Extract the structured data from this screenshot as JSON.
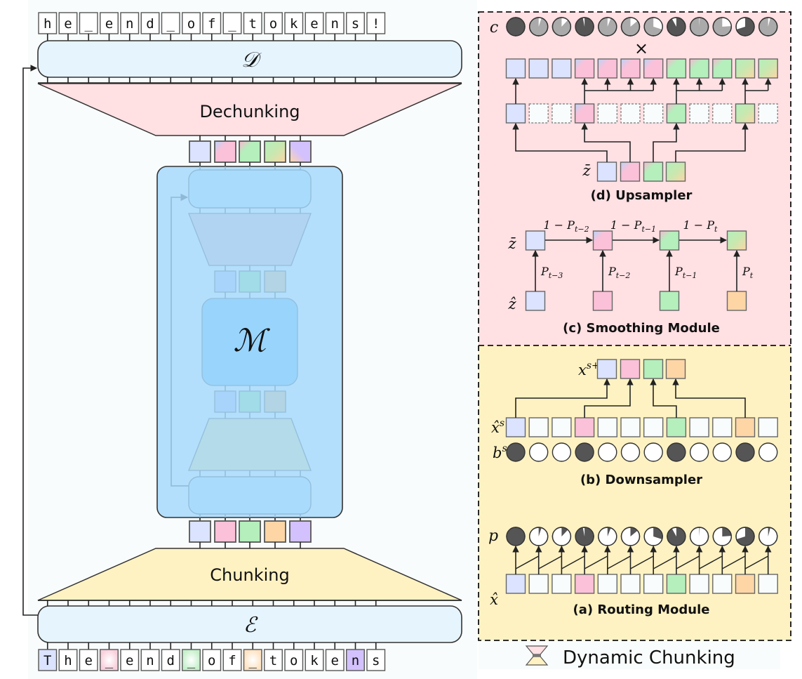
{
  "colors": {
    "page_bg": "#f9fcfc",
    "dechunk_pink": "#ffe0e3",
    "chunk_yellow": "#fff2c2",
    "encoder_blue": "#e6f4fe",
    "main_net_blue": "#b3defc",
    "inner_blue": "#a9dcfc",
    "stroke": "#222222",
    "pie_dark": "#555555",
    "pie_mid": "#aaaaaa",
    "chunk_colors": [
      "#dbe3fe",
      "#fbc1d8",
      "#b4efbc",
      "#fed6a6",
      "#d3c1fd"
    ]
  },
  "left": {
    "output_tokens": [
      "h",
      "e",
      "_",
      "e",
      "n",
      "d",
      "_",
      "o",
      "f",
      "_",
      "t",
      "o",
      "k",
      "e",
      "n",
      "s",
      "!"
    ],
    "input_tokens": [
      "T",
      "h",
      "e",
      "_",
      "e",
      "n",
      "d",
      "_",
      "o",
      "f",
      "_",
      "t",
      "o",
      "k",
      "e",
      "n",
      "s"
    ],
    "input_token_highlight": [
      0,
      null,
      null,
      1,
      null,
      null,
      null,
      2,
      null,
      null,
      3,
      null,
      null,
      null,
      null,
      4,
      null
    ],
    "decoder_symbol": "𝒟",
    "encoder_symbol": "ℰ",
    "main_symbol": "ℳ",
    "dechunking_label": "Dechunking",
    "chunking_label": "Chunking"
  },
  "right": {
    "upsampler": {
      "row_label": "c",
      "times_symbol": "×",
      "zbar_label": "z̄",
      "caption": "(d) Upsampler",
      "c_values": [
        1.0,
        0.95,
        0.88,
        0.97,
        0.94,
        0.86,
        0.7,
        0.92,
        0.99,
        0.76,
        0.7,
        0.96
      ],
      "c_dark": [
        true,
        false,
        false,
        true,
        false,
        false,
        false,
        true,
        false,
        false,
        true,
        false
      ]
    },
    "smoothing": {
      "zbar_label": "z̄",
      "zhat_label": "ẑ",
      "top_edges": [
        "1 − P",
        "1 − P",
        "1 − P"
      ],
      "top_edge_subs": [
        "t−2",
        "t−1",
        "t"
      ],
      "vertical_edges": [
        "P",
        "P",
        "P",
        "P"
      ],
      "vertical_edge_subs": [
        "t−3",
        "t−2",
        "t−1",
        "t"
      ],
      "caption": "(c) Smoothing Module"
    },
    "downsampler": {
      "next_label": "x",
      "next_sup": "s+1",
      "xhat_label": "x̂",
      "xhat_sup": "s",
      "b_label": "b",
      "b_sup": "s",
      "boundaries": [
        1,
        0,
        0,
        1,
        0,
        0,
        0,
        1,
        0,
        0,
        1,
        0
      ],
      "caption": "(b) Downsampler"
    },
    "routing": {
      "p_label": "p",
      "xhat_label": "x̂",
      "p_values": [
        1.0,
        0.05,
        0.12,
        0.97,
        0.06,
        0.14,
        0.3,
        0.92,
        0.01,
        0.24,
        0.7,
        0.04
      ],
      "caption": "(a) Routing Module"
    },
    "legend_label": "Dynamic Chunking"
  }
}
